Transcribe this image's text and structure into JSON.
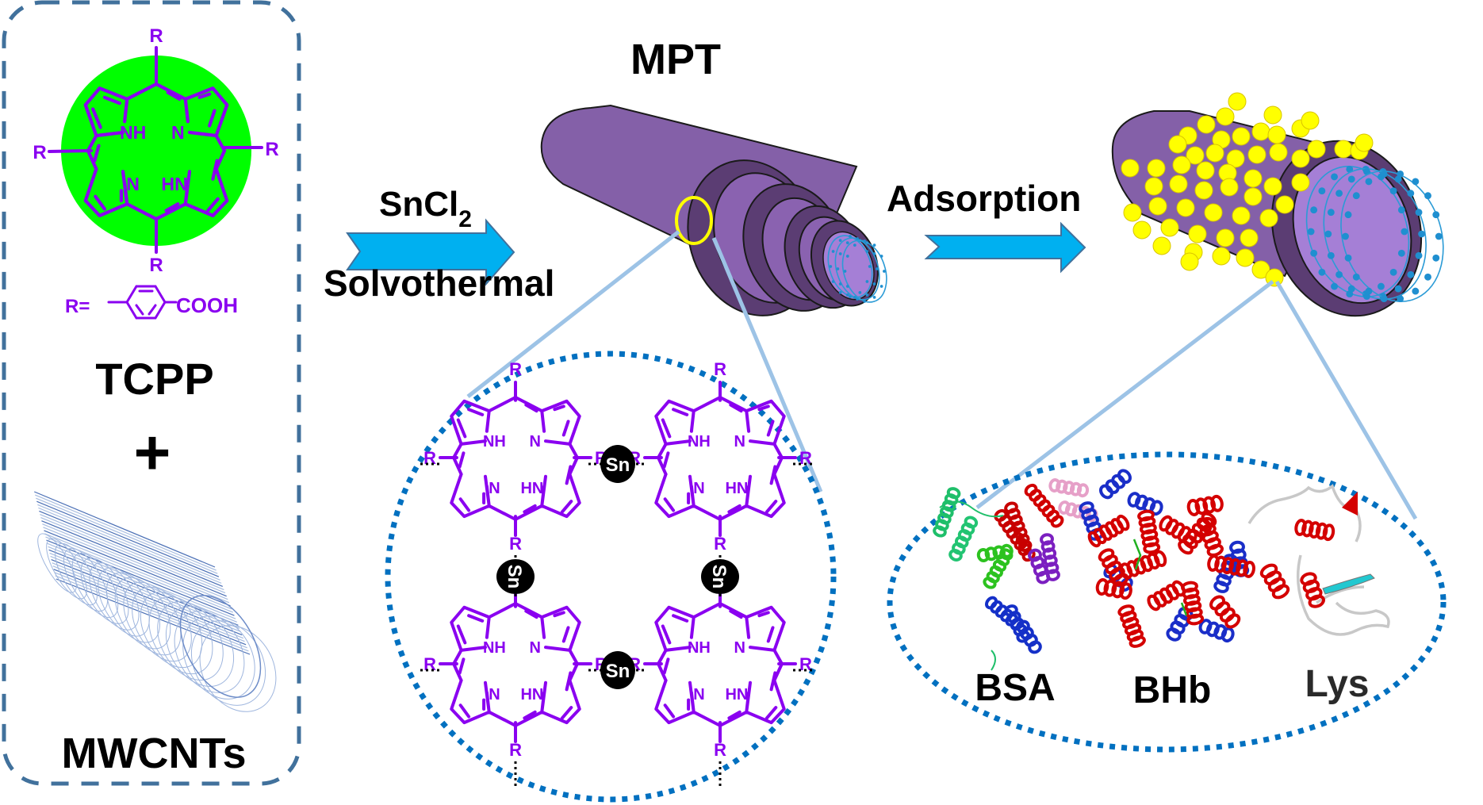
{
  "figure": {
    "title": "MPT",
    "left_panel": {
      "porphyrin_substituent_label": "R",
      "porphyrin_inner_labels": [
        "NH",
        "N",
        "N",
        "HN"
      ],
      "r_definition_prefix": "R=",
      "r_definition_group": "COOH",
      "tcpp_label": "TCPP",
      "plus_sign": "+",
      "mwcnt_label": "MWCNTs",
      "mwcnt_icon": "carbon-nanotube-icon",
      "core_color": "#00ff00",
      "chem_color": "#8a00f0"
    },
    "step1": {
      "reagent_main": "SnCl",
      "reagent_subscript": "2",
      "condition": "Solvothermal",
      "arrow_icon": "right-arrow-icon",
      "arrow_color": "#00b0f0"
    },
    "step2": {
      "label": "Adsorption",
      "arrow_icon": "right-arrow-icon"
    },
    "network_detail": {
      "metal_label": "Sn",
      "substituent_label": "R",
      "inner_labels": [
        "NH",
        "N",
        "N",
        "HN"
      ]
    },
    "proteins": [
      {
        "label": "BSA",
        "icon": "bsa-protein-structure-icon"
      },
      {
        "label": "BHb",
        "icon": "bhb-protein-structure-icon"
      },
      {
        "label": "Lys",
        "icon": "lysozyme-protein-structure-icon"
      }
    ],
    "colors": {
      "tube_purple": "#8460a8",
      "tube_ring": "#5b3d73",
      "protein_ball": "#ffff00",
      "zoom_frame": "#0070c0",
      "zoom_line": "#9dc3e6",
      "dashed_box": "#41719c"
    }
  }
}
